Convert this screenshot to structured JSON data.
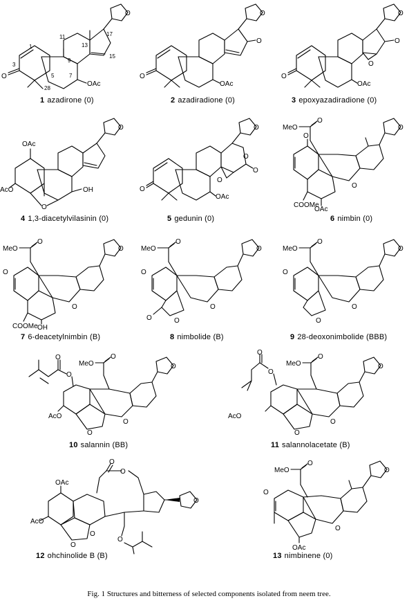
{
  "compounds": [
    {
      "num": "1",
      "name": "azadirone",
      "bitterness": "(0)"
    },
    {
      "num": "2",
      "name": "azadiradione",
      "bitterness": "(0)"
    },
    {
      "num": "3",
      "name": "epoxyazadiradione",
      "bitterness": "(0)"
    },
    {
      "num": "4",
      "name": "1,3-diacetylvilasinin",
      "bitterness": "(0)"
    },
    {
      "num": "5",
      "name": "gedunin",
      "bitterness": "(0)"
    },
    {
      "num": "6",
      "name": "nimbin",
      "bitterness": "(0)"
    },
    {
      "num": "7",
      "name": "6-deacetylnimbin",
      "bitterness": "(B)"
    },
    {
      "num": "8",
      "name": "nimbolide",
      "bitterness": "(B)"
    },
    {
      "num": "9",
      "name": "28-deoxonimbolide",
      "bitterness": "(BBB)"
    },
    {
      "num": "10",
      "name": "salannin",
      "bitterness": "(BB)"
    },
    {
      "num": "11",
      "name": "salannolacetate",
      "bitterness": "(B)"
    },
    {
      "num": "12",
      "name": "ohchinolide B",
      "bitterness": "(B)"
    },
    {
      "num": "13",
      "name": "nimbinene",
      "bitterness": "(0)"
    }
  ],
  "atom_labels": {
    "oac": "OAc",
    "oh": "OH",
    "o": "O",
    "meo": "MeO",
    "acO": "AcO",
    "coome": "COOMe",
    "n1": "1",
    "n3": "3",
    "n5": "5",
    "n7": "7",
    "n9": "9",
    "n11": "11",
    "n13": "13",
    "n15": "15",
    "n17": "17",
    "n28": "28"
  },
  "figure_caption": "Fig. 1 Structures and bitterness of selected components isolated from neem tree."
}
